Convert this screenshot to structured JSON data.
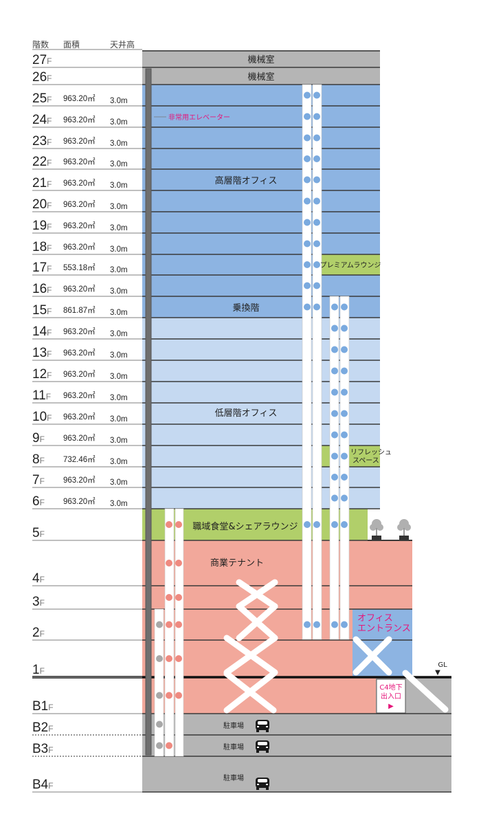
{
  "header": {
    "floor": "階数",
    "area": "面積",
    "ceiling": "天井高"
  },
  "floors": [
    {
      "num": "27",
      "unit": "F",
      "area": "",
      "height": ""
    },
    {
      "num": "26",
      "unit": "F",
      "area": "",
      "height": ""
    },
    {
      "num": "25",
      "unit": "F",
      "area": "963.20㎡",
      "height": "3.0m"
    },
    {
      "num": "24",
      "unit": "F",
      "area": "963.20㎡",
      "height": "3.0m"
    },
    {
      "num": "23",
      "unit": "F",
      "area": "963.20㎡",
      "height": "3.0m"
    },
    {
      "num": "22",
      "unit": "F",
      "area": "963.20㎡",
      "height": "3.0m"
    },
    {
      "num": "21",
      "unit": "F",
      "area": "963.20㎡",
      "height": "3.0m"
    },
    {
      "num": "20",
      "unit": "F",
      "area": "963.20㎡",
      "height": "3.0m"
    },
    {
      "num": "19",
      "unit": "F",
      "area": "963.20㎡",
      "height": "3.0m"
    },
    {
      "num": "18",
      "unit": "F",
      "area": "963.20㎡",
      "height": "3.0m"
    },
    {
      "num": "17",
      "unit": "F",
      "area": "553.18㎡",
      "height": "3.0m"
    },
    {
      "num": "16",
      "unit": "F",
      "area": "963.20㎡",
      "height": "3.0m"
    },
    {
      "num": "15",
      "unit": "F",
      "area": "861.87㎡",
      "height": "3.0m"
    },
    {
      "num": "14",
      "unit": "F",
      "area": "963.20㎡",
      "height": "3.0m"
    },
    {
      "num": "13",
      "unit": "F",
      "area": "963.20㎡",
      "height": "3.0m"
    },
    {
      "num": "12",
      "unit": "F",
      "area": "963.20㎡",
      "height": "3.0m"
    },
    {
      "num": "11",
      "unit": "F",
      "area": "963.20㎡",
      "height": "3.0m"
    },
    {
      "num": "10",
      "unit": "F",
      "area": "963.20㎡",
      "height": "3.0m"
    },
    {
      "num": "9",
      "unit": "F",
      "area": "963.20㎡",
      "height": "3.0m"
    },
    {
      "num": "8",
      "unit": "F",
      "area": "732.46㎡",
      "height": "3.0m"
    },
    {
      "num": "7",
      "unit": "F",
      "area": "963.20㎡",
      "height": "3.0m"
    },
    {
      "num": "6",
      "unit": "F",
      "area": "963.20㎡",
      "height": "3.0m"
    },
    {
      "num": "5",
      "unit": "F",
      "area": "",
      "height": ""
    },
    {
      "num": "4",
      "unit": "F",
      "area": "",
      "height": ""
    },
    {
      "num": "3",
      "unit": "F",
      "area": "",
      "height": ""
    },
    {
      "num": "2",
      "unit": "F",
      "area": "",
      "height": ""
    },
    {
      "num": "1",
      "unit": "F",
      "area": "",
      "height": ""
    },
    {
      "num": "B1",
      "unit": "F",
      "area": "",
      "height": ""
    },
    {
      "num": "B2",
      "unit": "F",
      "area": "",
      "height": ""
    },
    {
      "num": "B3",
      "unit": "F",
      "area": "",
      "height": ""
    },
    {
      "num": "B4",
      "unit": "F",
      "area": "",
      "height": ""
    }
  ],
  "zones": {
    "machine_27": "機械室",
    "machine_26": "機械室",
    "emergency_elevator": "非常用エレベーター",
    "high_office": "高層階オフィス",
    "premium_lounge": "プレミアムラウンジ",
    "transfer_floor": "乗換階",
    "low_office": "低層階オフィス",
    "refresh_1": "リフレッシュ",
    "refresh_2": "スペース",
    "cafeteria": "職域食堂&シェアラウンジ",
    "commercial": "商業テナント",
    "office_entrance_1": "オフィス",
    "office_entrance_2": "エントランス",
    "gl": "GL",
    "gl_marker": "▼",
    "c4_1": "C4地下",
    "c4_2": "出入口",
    "c4_arrow": "▶",
    "parking_b2": "駐車場",
    "parking_b3": "駐車場",
    "parking_b4": "駐車場"
  },
  "colors": {
    "high_office": "#8db4e2",
    "low_office": "#c5d9f1",
    "lounge": "#b1cf6a",
    "commercial": "#f2a89b",
    "parking": "#b5b5b5",
    "accent": "#e5157a",
    "blue_dot": "#7aaadf",
    "pink_dot": "#ef8a80",
    "gray_dot": "#a8a8a8"
  }
}
